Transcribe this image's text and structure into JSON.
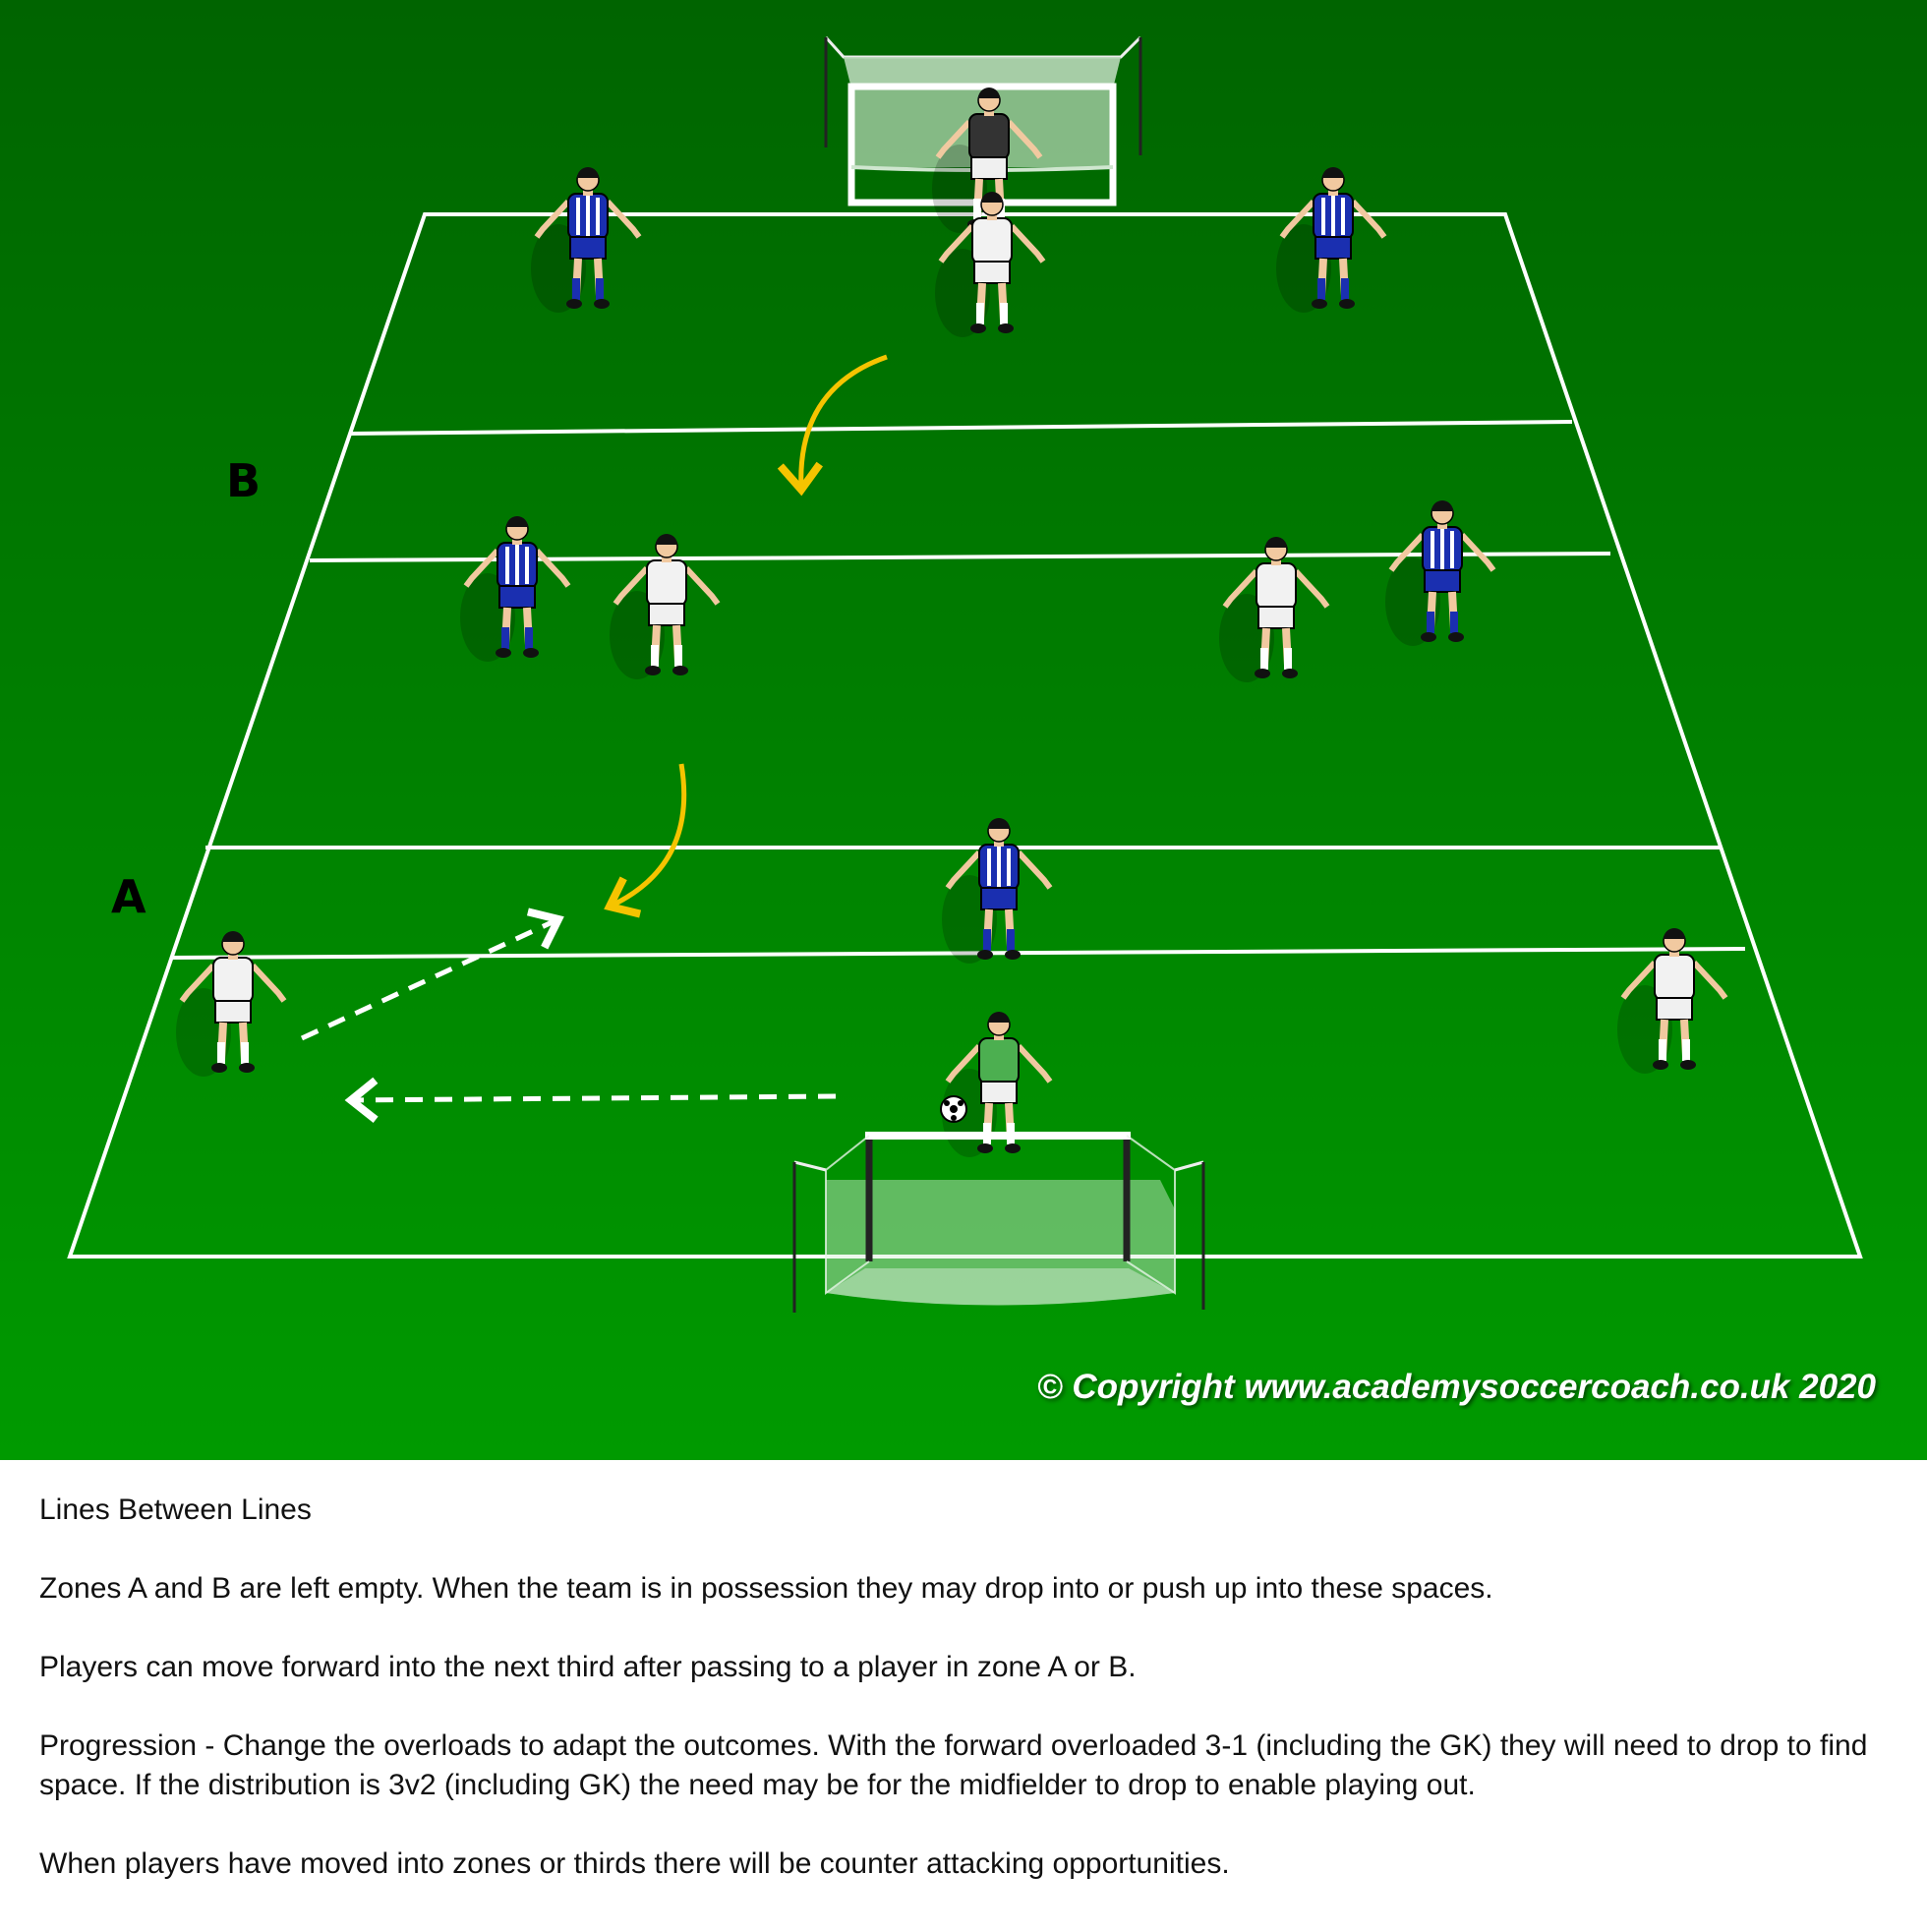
{
  "diagram": {
    "zone_labels": {
      "a": "A",
      "b": "B"
    },
    "copyright": "© Copyright www.academysoccercoach.co.uk 2020",
    "colors": {
      "pitch_top": "#006400",
      "pitch_bottom": "#009a00",
      "arrow_pass": "#f5c400",
      "lines": "#ffffff",
      "team_blue": "#1a2fb0",
      "team_white": "#f2f2f2",
      "gk_green": "#4caf50",
      "gk_dark": "#333333"
    }
  },
  "description": {
    "title": "Lines Between Lines",
    "paragraphs": [
      "Zones A and B are left empty. When the team is in possession they may drop into or push up into these spaces.",
      "Players can move forward into the next third after passing to a player in zone A or B.",
      "Progression - Change the overloads to adapt the outcomes. With the forward overloaded 3-1 (including the GK) they will need to drop to find space. If the distribution is 3v2 (including GK) the need may be for the midfielder to drop to enable playing out.",
      "When players have moved into zones or thirds there will be counter attacking opportunities."
    ]
  }
}
